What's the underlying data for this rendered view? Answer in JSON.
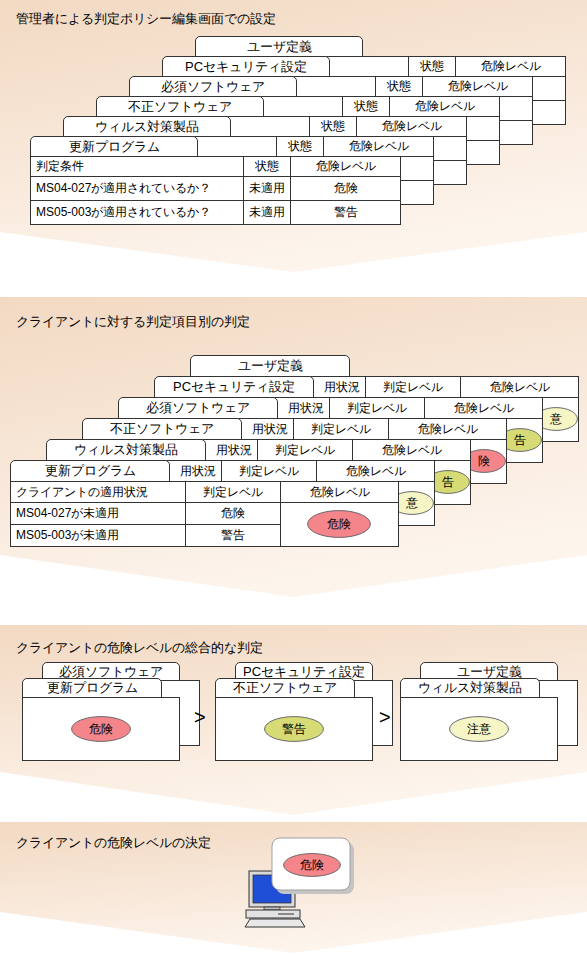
{
  "diagram": {
    "nodes": [
      {
        "text": [
          "管理者による判定ポリシー編集画面での設定"
        ]
      },
      {
        "text": [
          "ユーザ定義",
          "状態",
          "危険レベル"
        ],
        "in": 0
      },
      {
        "text": [
          "PCセキュリティ設定",
          "状態",
          "危険レベル"
        ],
        "in": 0
      },
      {
        "text": [
          "必須ソフトウェア",
          "状態",
          "危険レベル"
        ],
        "in": 0
      },
      {
        "text": [
          "不正ソフトウェア",
          "状態",
          "危険レベル"
        ],
        "in": 0
      },
      {
        "text": [
          "ウィルス対策製品",
          "状態",
          "危険レベル"
        ],
        "in": 0
      },
      {
        "text": [
          "更新プログラム",
          "判定条件",
          "状態",
          "危険レベル",
          "MS04-027が適用されているか？",
          "未適用",
          "危険",
          "MS05-003が適用されているか？",
          "未適用",
          "警告"
        ],
        "in": 0
      },
      {
        "text": [
          "クライアントに対する判定項目別の判定"
        ]
      },
      {
        "text": [
          "ユーザ定義",
          "用状況",
          "判定レベル",
          "危険レベル"
        ],
        "in": 7
      },
      {
        "text": [
          "意"
        ],
        "in": 8
      },
      {
        "text": [
          "PCセキュリティ設定",
          "用状況",
          "判定レベル",
          "危険レベル"
        ],
        "in": 7
      },
      {
        "text": [
          "告"
        ],
        "in": 10
      },
      {
        "text": [
          "必須ソフトウェア",
          "用状況",
          "判定レベル",
          "危険レベル"
        ],
        "in": 7
      },
      {
        "text": [
          "険"
        ],
        "in": 12
      },
      {
        "text": [
          "不正ソフトウェア",
          "用状況",
          "判定レベル",
          "危険レベル"
        ],
        "in": 7
      },
      {
        "text": [
          "告"
        ],
        "in": 14
      },
      {
        "text": [
          "ウィルス対策製品",
          "用状況",
          "判定レベル",
          "危険レベル"
        ],
        "in": 7
      },
      {
        "text": [
          "意"
        ],
        "in": 16
      },
      {
        "text": [
          "更新プログラム",
          "クライアントの適用状況",
          "判定レベル",
          "危険レベル",
          "MS04-027が未適用",
          "危険",
          "MS05-003が未適用",
          "警告"
        ],
        "in": 7
      },
      {
        "text": [
          "危険"
        ],
        "in": 18
      },
      {
        "text": [
          "クライアントの危険レベルの総合的な判定"
        ]
      },
      {
        "text": [
          "必須ソフトウェア"
        ],
        "in": 20
      },
      {
        "text": [
          "更新プログラム"
        ],
        "in": 20
      },
      {
        "text": [
          "危険"
        ],
        "in": 22
      },
      {
        "text": [
          "PCセキュリティ設定"
        ],
        "in": 20
      },
      {
        "text": [
          "不正ソフトウェア"
        ],
        "in": 20
      },
      {
        "text": [
          "警告"
        ],
        "in": 25
      },
      {
        "text": [
          "ユーザ定義"
        ],
        "in": 20
      },
      {
        "text": [
          "ウィルス対策製品"
        ],
        "in": 20
      },
      {
        "text": [
          "注意"
        ],
        "in": 28
      },
      {
        "text": [
          "クライアントの危険レベルの決定"
        ]
      },
      {
        "text": [
          "危険"
        ],
        "in": 30
      }
    ],
    "labels": [
      ">",
      ">"
    ]
  }
}
